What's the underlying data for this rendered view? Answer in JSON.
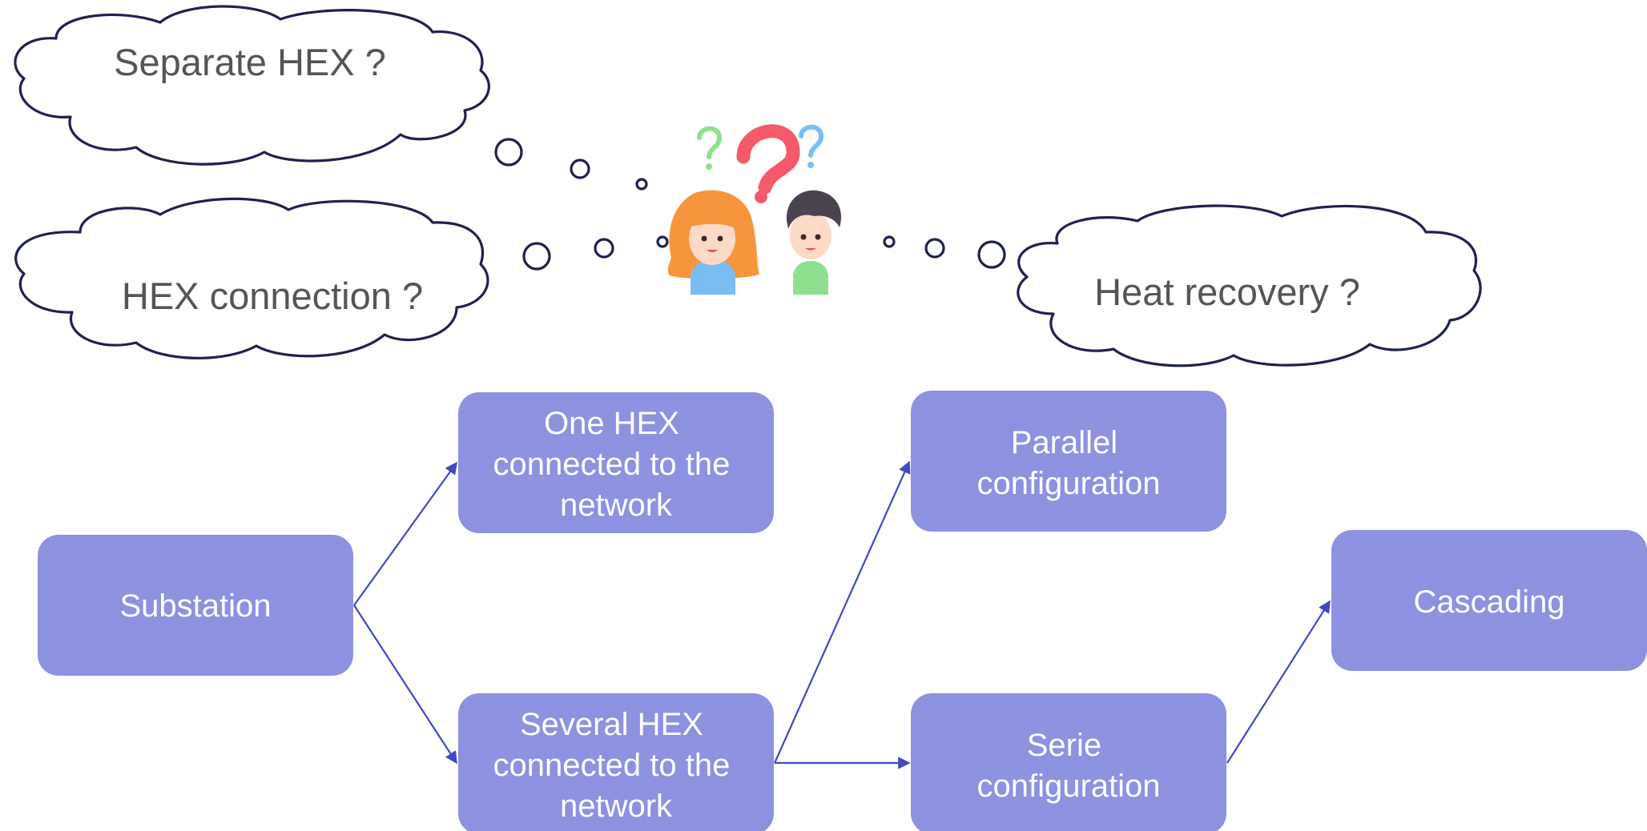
{
  "thoughts": {
    "separate_hex": "Separate HEX ?",
    "hex_connection": "HEX connection ?",
    "heat_recovery": "Heat recovery ?"
  },
  "illustration": {
    "icon": "confused-couple-icon",
    "colors": {
      "red_question": "#f65a6a",
      "green_question": "#8ee08e",
      "blue_question": "#78bef5"
    }
  },
  "nodes": {
    "substation": [
      "Substation"
    ],
    "one_hex": [
      "One HEX",
      "connected to the",
      "network"
    ],
    "several_hex": [
      "Several HEX",
      "connected to the",
      "network"
    ],
    "parallel": [
      "Parallel",
      "configuration"
    ],
    "serie": [
      "Serie",
      "configuration"
    ],
    "cascading": [
      "Cascading"
    ]
  },
  "colors": {
    "box_fill": "#8c91e0",
    "box_text": "#ffffff",
    "arrow": "#4048c4",
    "cloud_outline": "#1e2150",
    "cloud_text": "#555555"
  }
}
